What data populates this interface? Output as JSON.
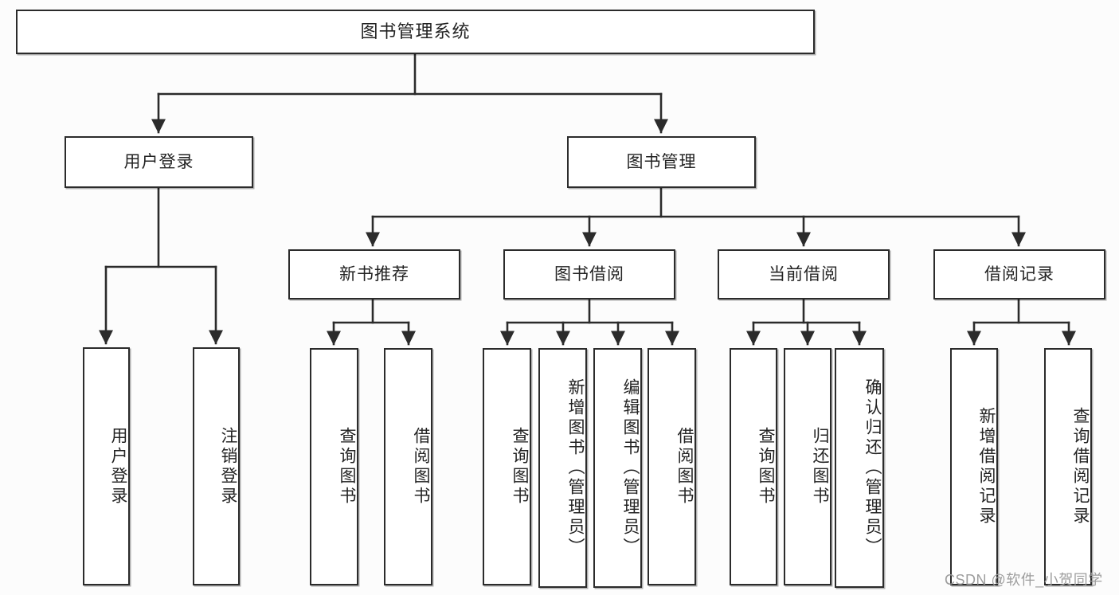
{
  "diagram": {
    "title": "图书管理系统",
    "type": "tree-hierarchy",
    "orientation": "top-down",
    "colors": {
      "background": "#fcfcfc",
      "node_fill": "#ffffff",
      "node_border": "#2b2b2b",
      "edge": "#2b2b2b",
      "text": "#232323",
      "watermark": "#9d9d9d"
    },
    "watermark": "CSDN @软件_小贺同学",
    "nodes": {
      "root": {
        "label": "图书管理系统"
      },
      "level1": [
        {
          "id": "user-login",
          "label": "用户登录"
        },
        {
          "id": "book-manage",
          "label": "图书管理"
        }
      ],
      "level2": [
        {
          "id": "new-book-recommend",
          "label": "新书推荐"
        },
        {
          "id": "book-borrow",
          "label": "图书借阅"
        },
        {
          "id": "current-borrow",
          "label": "当前借阅"
        },
        {
          "id": "borrow-record",
          "label": "借阅记录"
        }
      ],
      "leaves": {
        "user-login": [
          {
            "id": "leaf-user-login",
            "label": "用户登录"
          },
          {
            "id": "leaf-user-logout",
            "label": "注销登录"
          }
        ],
        "new-book-recommend": [
          {
            "id": "leaf-query-book-1",
            "label": "查询图书"
          },
          {
            "id": "leaf-borrow-book-1",
            "label": "借阅图书"
          }
        ],
        "book-borrow": [
          {
            "id": "leaf-query-book-2",
            "label": "查询图书"
          },
          {
            "id": "leaf-add-book",
            "label": "新增图书（管理员）"
          },
          {
            "id": "leaf-edit-book",
            "label": "编辑图书（管理员）"
          },
          {
            "id": "leaf-borrow-book-2",
            "label": "借阅图书"
          }
        ],
        "current-borrow": [
          {
            "id": "leaf-query-book-3",
            "label": "查询图书"
          },
          {
            "id": "leaf-return-book",
            "label": "归还图书"
          },
          {
            "id": "leaf-confirm-return",
            "label": "确认归还（管理员）"
          }
        ],
        "borrow-record": [
          {
            "id": "leaf-add-record",
            "label": "新增借阅记录"
          },
          {
            "id": "leaf-query-record",
            "label": "查询借阅记录"
          }
        ]
      }
    }
  }
}
